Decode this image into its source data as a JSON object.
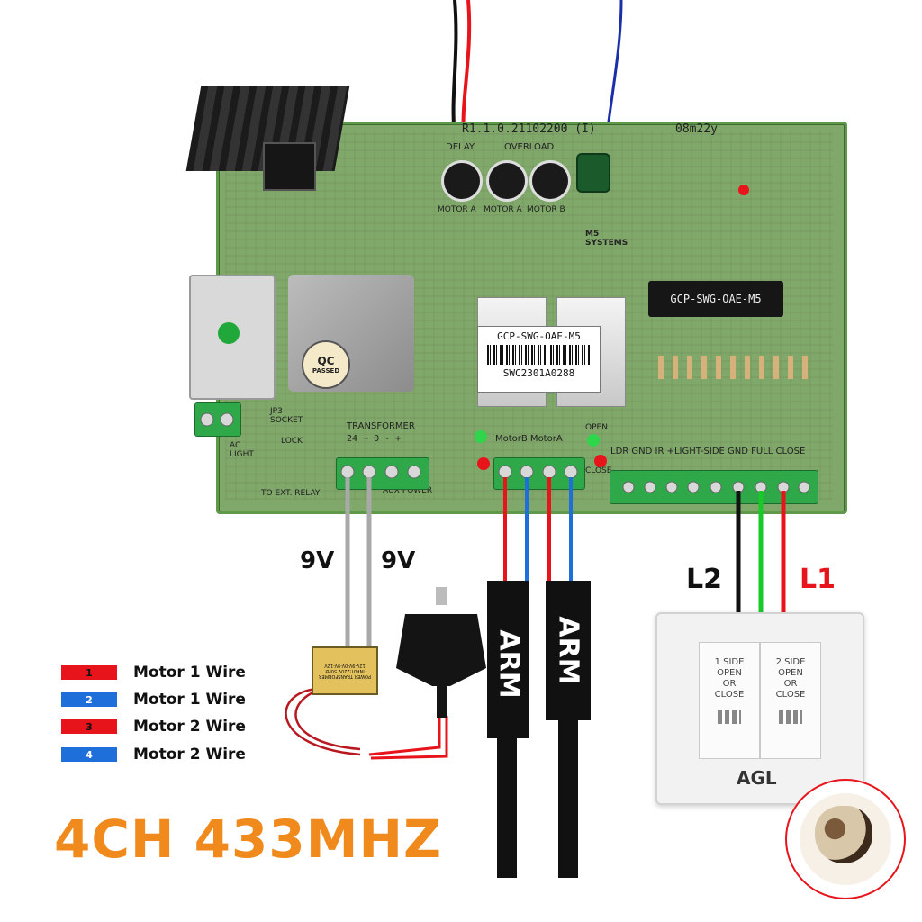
{
  "board": {
    "revision": "R1.1.0.21102200 (I)",
    "date_code": "08m22y",
    "model_chip": "GCP-SWG-OAE-M5",
    "sticker_model": "GCP-SWG-OAE-M5",
    "sticker_serial": "SWC2301A0288",
    "qc_line1": "QC",
    "qc_line2": "PASSED",
    "brand": "M5 SYSTEMS",
    "pot_labels": [
      "MOTOR A",
      "MOTOR A",
      "MOTOR B"
    ],
    "pot_header_delay": "DELAY",
    "pot_header_overload": "OVERLOAD",
    "transformer_label": "TRANSFORMER",
    "transformer_pins": "24 ~ 0 -  +",
    "aux_label": "AUX POWER",
    "motor_label": "MotorB  MotorA",
    "open_label": "OPEN",
    "close_label": "CLOSE",
    "input_row_label": "LDR GND IR +LIGHT-SIDE GND FULL CLOSE",
    "ac_light": "AC LIGHT",
    "ext_relay": "TO EXT. RELAY",
    "jp_socket": "JP3 SOCKET",
    "lock": "LOCK"
  },
  "wires": {
    "transformer_left": "9V",
    "transformer_right": "9V",
    "switch_left": "L2",
    "switch_right": "L1"
  },
  "transformer": {
    "line1": "POWER TRANSFORMER",
    "line2": "INPUT:220V 50Hz",
    "line3": "12V-9V-0V-9V-12V"
  },
  "arms": [
    "ARM",
    "ARM"
  ],
  "switch": {
    "button1": [
      "1 SIDE",
      "OPEN",
      "OR",
      "CLOSE"
    ],
    "button2": [
      "2 SIDE",
      "OPEN",
      "OR",
      "CLOSE"
    ],
    "brand": "AGL"
  },
  "legend": [
    {
      "num": "1",
      "text": "Motor 1 Wire",
      "color": "#e8141b"
    },
    {
      "num": "2",
      "text": "Motor 1 Wire",
      "color": "#1e6fd9"
    },
    {
      "num": "3",
      "text": "Motor 2 Wire",
      "color": "#e8141b"
    },
    {
      "num": "4",
      "text": "Motor 2 Wire",
      "color": "#1e6fd9"
    }
  ],
  "headline": "4CH 433MHZ",
  "colors": {
    "headline": "#f08a1c",
    "pcb": "#7fa86a",
    "pcb_edge": "#5e9a4a",
    "red": "#e8141b",
    "blue": "#1e6fd9",
    "green": "#19c92a",
    "black": "#111111",
    "L1": "#e8141b"
  }
}
